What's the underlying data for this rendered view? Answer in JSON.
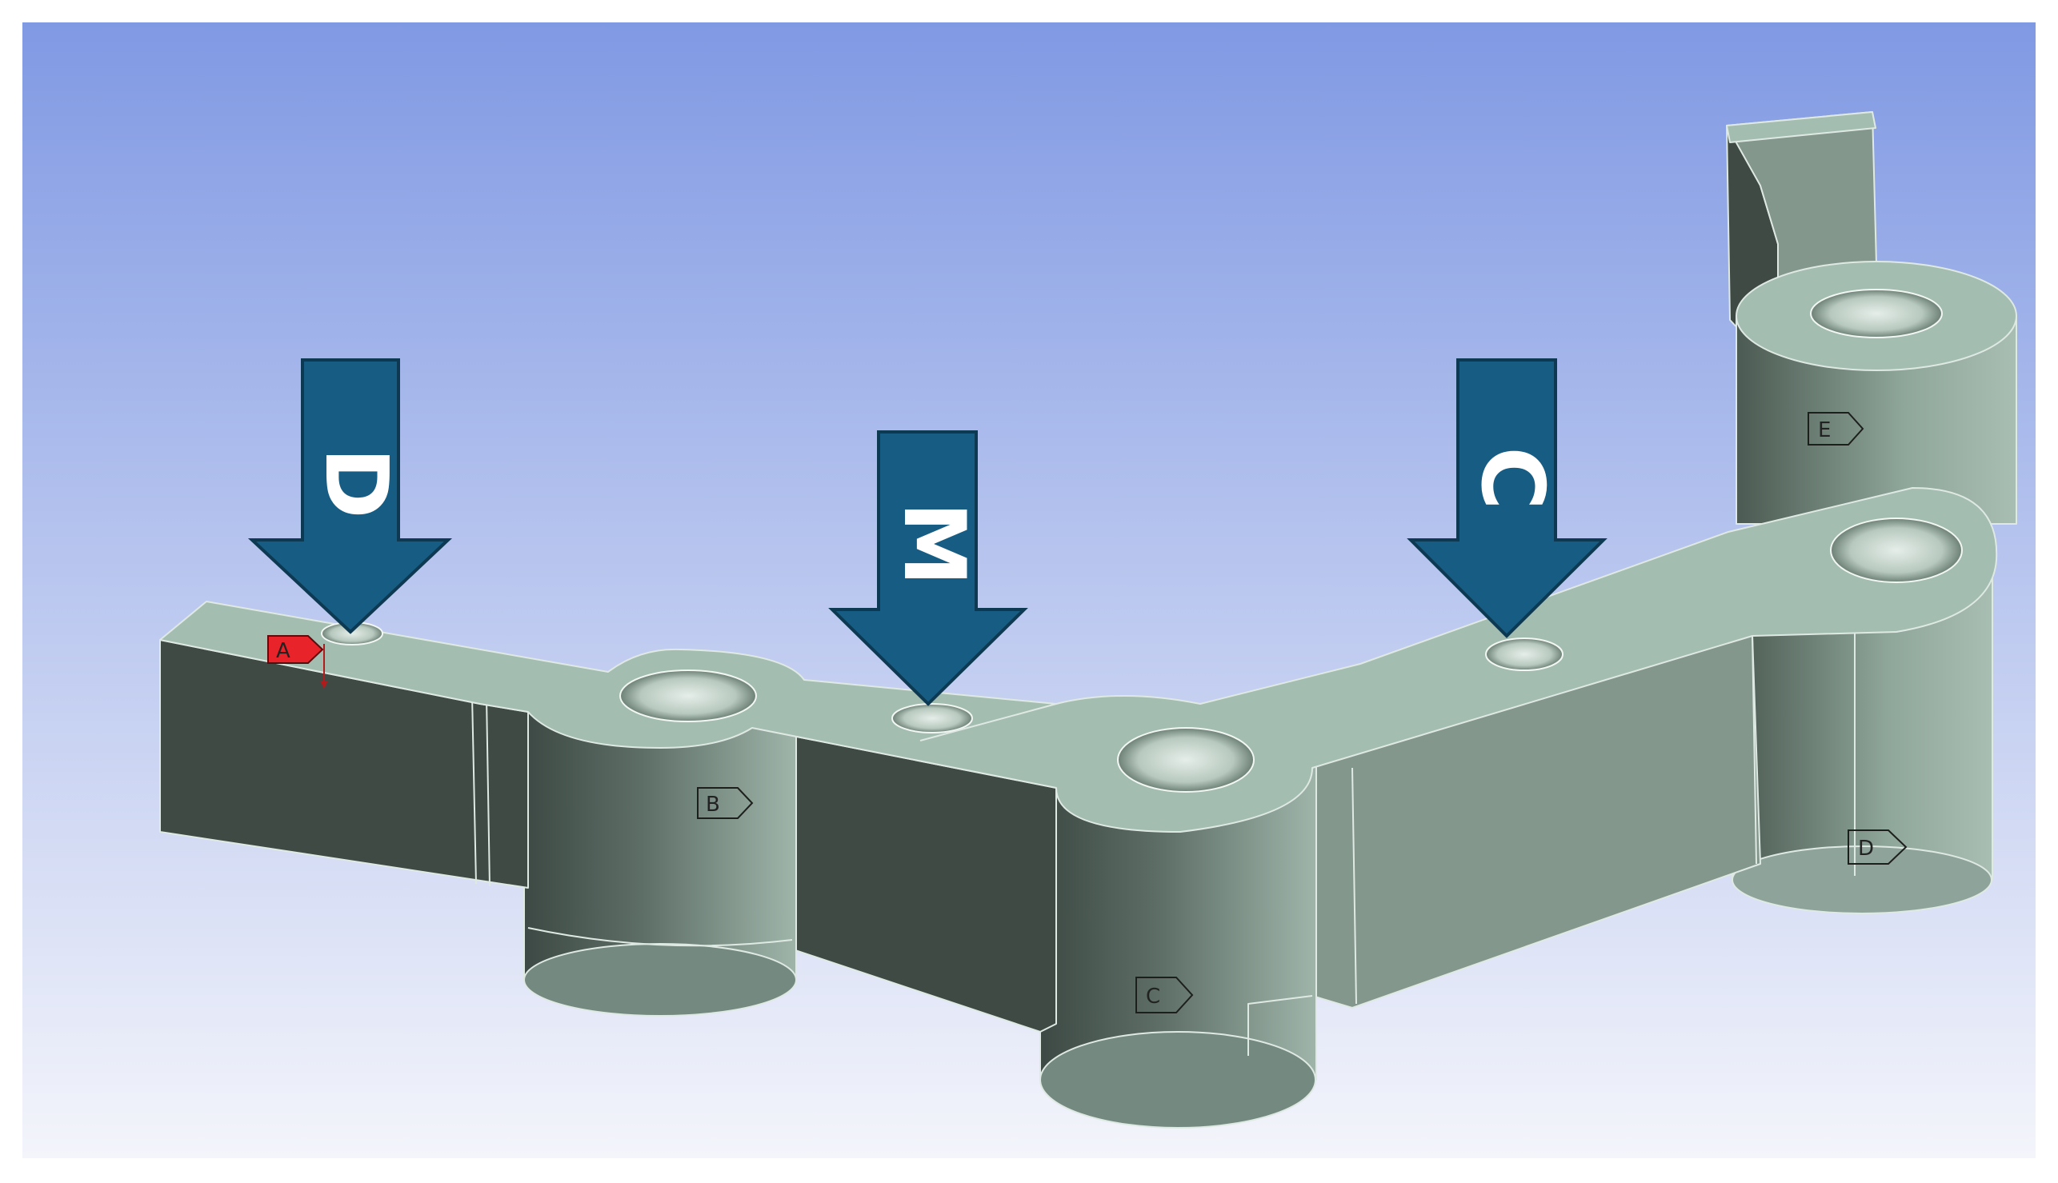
{
  "load_arrows": [
    {
      "letter": "D"
    },
    {
      "letter": "M"
    },
    {
      "letter": "C"
    }
  ],
  "support_tags": [
    {
      "letter": "A",
      "color": "#e8232a"
    },
    {
      "letter": "B",
      "color": "#3c3f3c"
    },
    {
      "letter": "C",
      "color": "#3c3f3c"
    },
    {
      "letter": "D",
      "color": "#3c3f3c"
    },
    {
      "letter": "E",
      "color": "#3c3f3c"
    }
  ],
  "colors": {
    "viewport_top": "#8099e3",
    "viewport_bottom": "#f4f5fb",
    "part_top_face": "#a4bdb1",
    "part_dark_side": "#3f4a44",
    "part_mid_side": "#84978d",
    "arrow_fill": "#175d83",
    "arrow_border": "#0d3a52"
  }
}
